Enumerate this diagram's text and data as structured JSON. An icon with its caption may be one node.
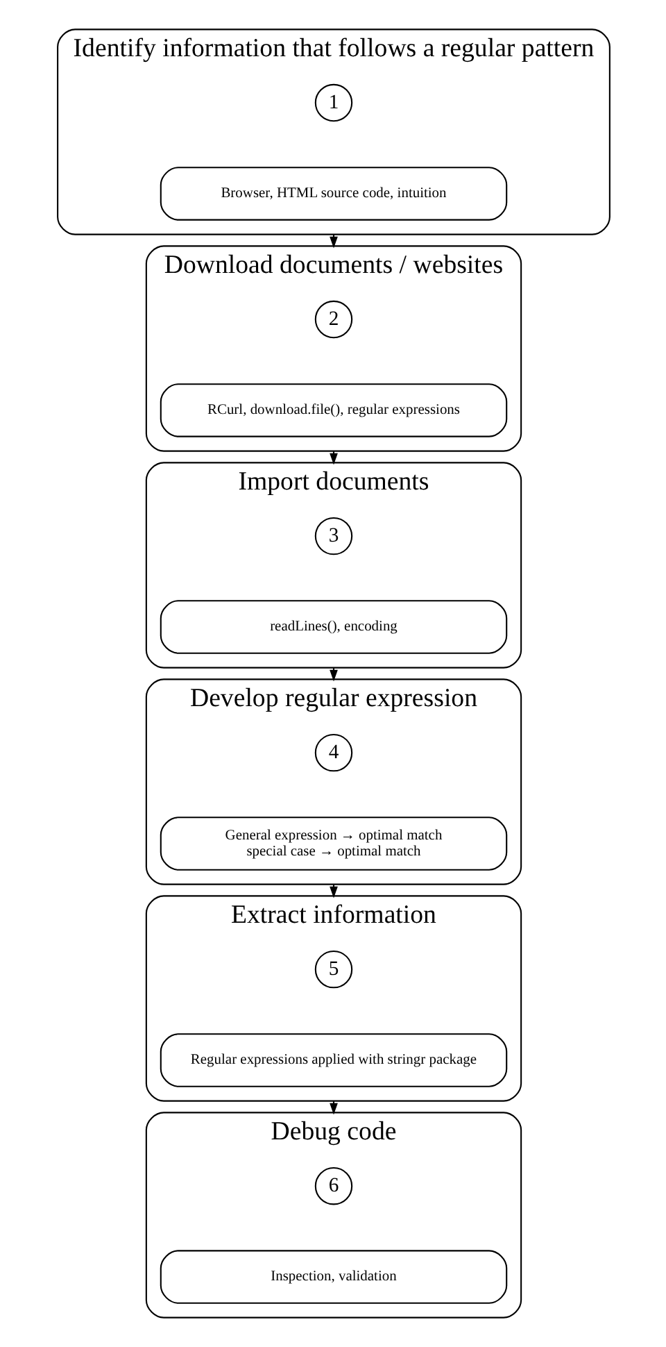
{
  "diagram": {
    "nodes": [
      {
        "text": [
          "Identify information that follows a regular pattern"
        ]
      },
      {
        "text": [
          "1"
        ],
        "in": 0
      },
      {
        "text": [
          "Browser, HTML source code, intuition"
        ],
        "in": 0
      },
      {
        "text": [
          "Download documents / websites"
        ]
      },
      {
        "text": [
          "2"
        ],
        "in": 3
      },
      {
        "text": [
          "RCurl, download.file(), regular expressions"
        ],
        "in": 3
      },
      {
        "text": [
          "Import documents"
        ]
      },
      {
        "text": [
          "3"
        ],
        "in": 6
      },
      {
        "text": [
          "readLines(), encoding"
        ],
        "in": 6
      },
      {
        "text": [
          "Develop regular expression"
        ]
      },
      {
        "text": [
          "4"
        ],
        "in": 9
      },
      {
        "text": [
          "General expression → optimal match",
          "special case → optimal match"
        ],
        "in": 9
      },
      {
        "text": [
          "Extract information"
        ]
      },
      {
        "text": [
          "5"
        ],
        "in": 12
      },
      {
        "text": [
          "Regular expressions applied with stringr package"
        ],
        "in": 12
      },
      {
        "text": [
          "Debug code"
        ]
      },
      {
        "text": [
          "6"
        ],
        "in": 15
      },
      {
        "text": [
          "Inspection, validation"
        ],
        "in": 15
      }
    ],
    "edges": [
      {
        "from": 0,
        "to": 3,
        "arrow": "to"
      },
      {
        "from": 3,
        "to": 6,
        "arrow": "to"
      },
      {
        "from": 6,
        "to": 9,
        "arrow": "to"
      },
      {
        "from": 9,
        "to": 12,
        "arrow": "to"
      },
      {
        "from": 12,
        "to": 15,
        "arrow": "to"
      }
    ]
  }
}
